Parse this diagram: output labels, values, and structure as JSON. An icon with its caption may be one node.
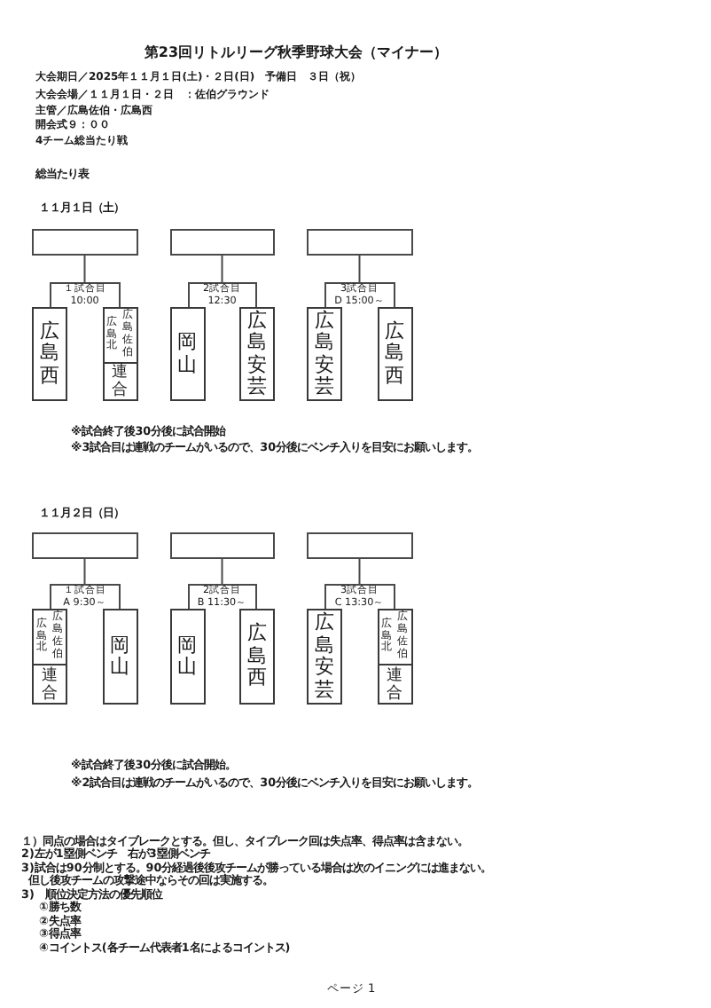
{
  "diagram": {
    "title": "第23回リトルリーグ秋季野球大会（マイナー）",
    "nodes": [
      {
        "text": [],
        "shape": "box"
      },
      {
        "text": [
          "１試合目",
          "10:00"
        ]
      },
      {
        "text": [
          "広島西"
        ]
      },
      {
        "text": [
          "広島北",
          "広島佐伯",
          "連合"
        ]
      },
      {
        "text": [],
        "shape": "box"
      },
      {
        "text": [
          "2試合目",
          "12:30"
        ]
      },
      {
        "text": [
          "岡山"
        ]
      },
      {
        "text": [
          "広島安芸"
        ]
      },
      {
        "text": [],
        "shape": "box"
      },
      {
        "text": [
          "3試合目",
          "D 15:00～"
        ]
      },
      {
        "text": [
          "広島安芸"
        ]
      },
      {
        "text": [
          "広島西"
        ]
      },
      {
        "text": [],
        "shape": "box"
      },
      {
        "text": [
          "１試合目",
          "A 9:30～"
        ]
      },
      {
        "text": [
          "広島北",
          "広島佐伯",
          "連合"
        ]
      },
      {
        "text": [
          "岡山"
        ]
      },
      {
        "text": [],
        "shape": "box"
      },
      {
        "text": [
          "2試合目",
          "B 11:30～"
        ]
      },
      {
        "text": [
          "岡山"
        ]
      },
      {
        "text": [
          "広島西"
        ]
      },
      {
        "text": [],
        "shape": "box"
      },
      {
        "text": [
          "3試合目",
          "C 13:30～"
        ]
      },
      {
        "text": [
          "広島安芸"
        ]
      },
      {
        "text": [
          "広島北",
          "広島佐伯",
          "連合"
        ]
      }
    ],
    "edges": [
      {
        "from": 1,
        "to": 0,
        "arrow": "none"
      },
      {
        "from": 5,
        "to": 4,
        "arrow": "none"
      },
      {
        "from": 9,
        "to": 8,
        "arrow": "none"
      },
      {
        "from": 13,
        "to": 12,
        "arrow": "none"
      },
      {
        "from": 17,
        "to": 16,
        "arrow": "none"
      },
      {
        "from": 21,
        "to": 20,
        "arrow": "none"
      }
    ],
    "labels": [
      "大会期日／2025年１１月１日(土)・２日(日)　予備日　３日（祝）",
      "大会会場／１１月１日・２日　：佐伯グラウンド",
      "主管／広島佐伯・広島西",
      "開会式９：００",
      "4チーム総当たり戦",
      "総当たり表",
      "１１月１日（土）",
      "※試合終了後30分後に試合開始",
      "※3試合目は連戦のチームがいるので、30分後にベンチ入りを目安にお願いします。",
      "１１月２日（日）",
      "※試合終了後30分後に試合開始。",
      "※2試合目は連戦のチームがいるので、30分後にベンチ入りを目安にお願いします。",
      "１）同点の場合はタイブレークとする。但し、タイブレーク回は失点率、得点率は含まない。",
      "2)左が1塁側ベンチ　右が3塁側ベンチ",
      "3)試合は90分制とする。90分経過後後攻チームが勝っている場合は次のイニングには進まない。",
      "但し後攻チームの攻撃途中ならその回は実施する。",
      "3)　順位決定方法の優先順位",
      "①勝ち数",
      "②失点率",
      "③得点率",
      "④コイントス(各チーム代表者1名によるコイントス)",
      "ページ 1"
    ]
  }
}
